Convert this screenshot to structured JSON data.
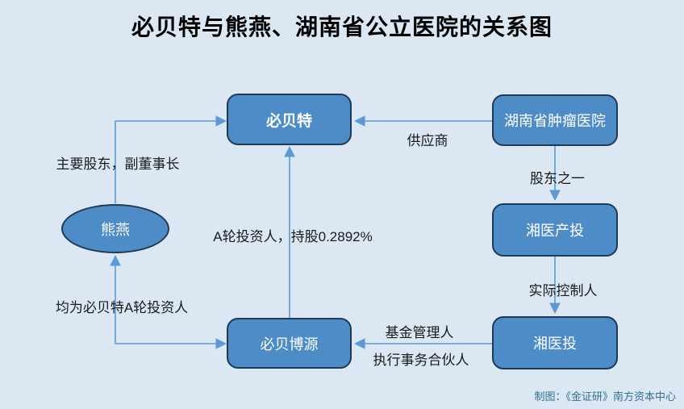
{
  "title": "必贝特与熊燕、湖南省公立医院的关系图",
  "credit": "制图：《金证研》南方资本中心",
  "nodes": {
    "bibeite": {
      "label": "必贝特"
    },
    "hospital": {
      "label": "湖南省肿瘤医院"
    },
    "xiangyi_chantou": {
      "label": "湘医产投"
    },
    "xiangyitou": {
      "label": "湘医投"
    },
    "bibei_boyuan": {
      "label": "必贝博源"
    },
    "xiongyan": {
      "label": "熊燕"
    }
  },
  "edges": [
    {
      "from": "hospital",
      "to": "bibeite",
      "label": "供应商"
    },
    {
      "from": "hospital",
      "to": "xiangyi_chantou",
      "label": "股东之一"
    },
    {
      "from": "xiangyi_chantou",
      "to": "xiangyitou",
      "label": "实际控制人"
    },
    {
      "from": "xiangyitou",
      "to": "bibei_boyuan",
      "label": "基金管理人"
    },
    {
      "from": "xiangyitou",
      "to": "bibei_boyuan",
      "label": "执行事务合伙人"
    },
    {
      "from": "bibei_boyuan",
      "to": "bibeite",
      "label": "A轮投资人，持股0.2892%"
    },
    {
      "from": "xiongyan",
      "to": "bibeite",
      "label": "主要股东，副董事长"
    },
    {
      "from": "bibei_boyuan",
      "to": "xiongyan",
      "label": "均为必贝特A轮投资人",
      "bidirectional": true
    }
  ],
  "edge_labels": {
    "supplier": "供应商",
    "shareholder": "股东之一",
    "controller": "实际控制人",
    "fund_manager": "基金管理人",
    "executive_partner": "执行事务合伙人",
    "a_round": "A轮投资人，持股0.2892%",
    "major_shareholder": "主要股东，副董事长",
    "both_a_round": "均为必贝特A轮投资人"
  },
  "colors": {
    "background": "#dbe8f4",
    "node_fill": "#4e8cc8",
    "node_border": "#1f3a55",
    "connector": "#5b9bd5",
    "credit_text": "#31708f"
  }
}
